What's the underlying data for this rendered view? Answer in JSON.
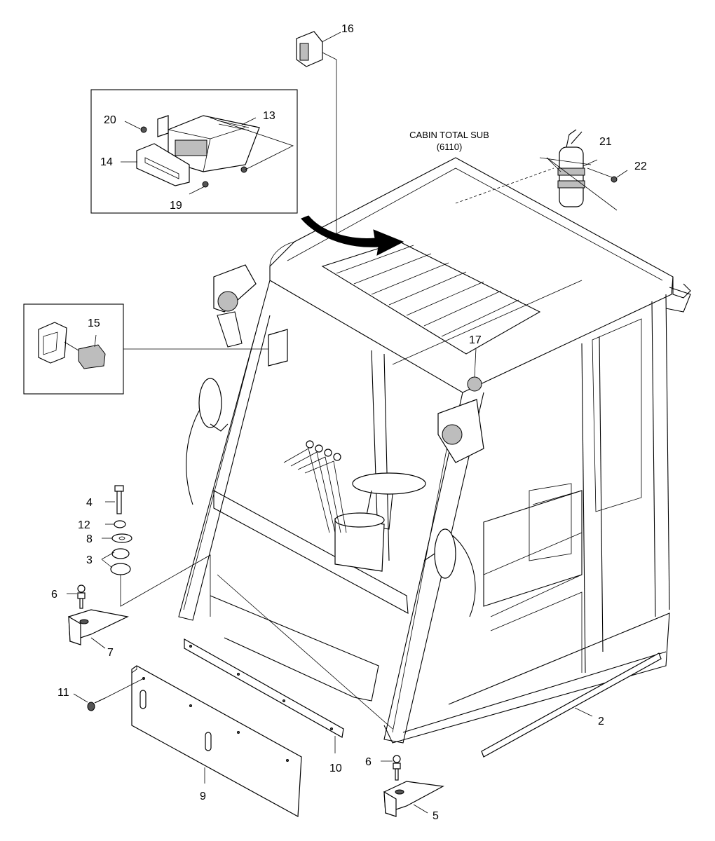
{
  "caption": {
    "line1": "CABIN TOTAL SUB",
    "line2": "(6110)"
  },
  "labels": {
    "p2": "2",
    "p3": "3",
    "p4": "4",
    "p5": "5",
    "p6a": "6",
    "p6b": "6",
    "p7": "7",
    "p8": "8",
    "p9": "9",
    "p10": "10",
    "p11": "11",
    "p12": "12",
    "p13": "13",
    "p14": "14",
    "p15": "15",
    "p16": "16",
    "p17": "17",
    "p19": "19",
    "p20": "20",
    "p21": "21",
    "p22": "22"
  }
}
